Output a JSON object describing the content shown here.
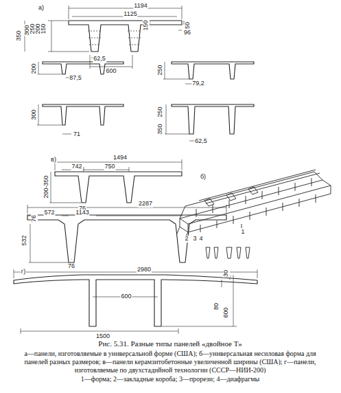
{
  "diagram": {
    "caption": "Рис. 5.31. Разные типы панелей «двойное Т»",
    "labels": [
      "а)",
      "1194",
      "1125",
      "350",
      "300",
      "250",
      "200",
      "150",
      "62,5",
      "600",
      "150",
      "50",
      "96",
      "200",
      "87,5",
      "250",
      "79,2",
      "300",
      "71",
      "250",
      "350",
      "62,5",
      "в)",
      "1494",
      "742",
      "750",
      "200-350",
      "76",
      "б)",
      "2287",
      "572",
      "1143",
      "76",
      "532",
      "76",
      "2",
      "3",
      "4",
      "1",
      "г)",
      "2980",
      "30",
      "600",
      "80",
      "600",
      "1500",
      "а—панели, изготовляемые в универсальной форме (США); б—универсальная несиловая форма для панелей разных размеров; в—панели керамзитобетонные увеличенной ширины (США); г—панели, изготовляемые по двухстадийной технологии (СССР—НИИ-200)",
      "1—форма; 2—закладные короба; 3—прорези; 4—диафрагмы"
    ]
  }
}
